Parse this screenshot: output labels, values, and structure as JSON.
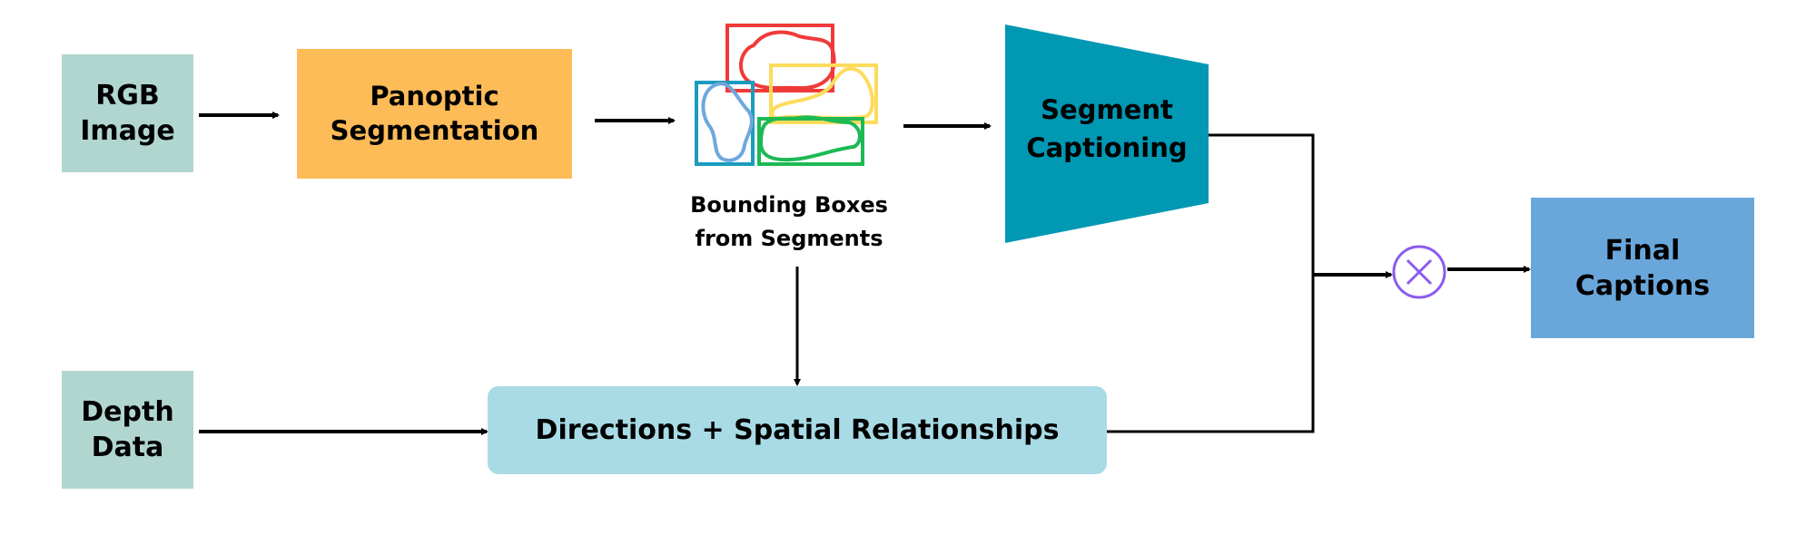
{
  "diagram": {
    "nodes": {
      "rgb_image": "RGB\nImage",
      "panoptic_segmentation": "Panoptic\nSegmentation",
      "bounding_boxes": "Bounding Boxes\nfrom Segments",
      "segment_captioning": "Segment\nCaptioning",
      "depth_data": "Depth\nData",
      "directions_spatial": "Directions + Spatial Relationships",
      "final_captions": "Final\nCaptions"
    },
    "operator": {
      "symbol": "×",
      "meaning": "combine"
    },
    "colors": {
      "input": "#b0d6cf",
      "panoptic": "#fdbc58",
      "captioning": "#0098b3",
      "directions": "#a8dbe5",
      "final": "#69a7da",
      "operator": "#8a5cf0",
      "bbox_red": "#f03a3a",
      "bbox_yellow": "#fddc5c",
      "bbox_blue": "#1a9bbf",
      "bbox_green": "#1db954"
    },
    "edges": [
      {
        "from": "RGB Image",
        "to": "Panoptic Segmentation"
      },
      {
        "from": "Panoptic Segmentation",
        "to": "Bounding Boxes from Segments"
      },
      {
        "from": "Bounding Boxes from Segments",
        "to": "Segment Captioning"
      },
      {
        "from": "Bounding Boxes from Segments",
        "to": "Directions + Spatial Relationships"
      },
      {
        "from": "Depth Data",
        "to": "Directions + Spatial Relationships"
      },
      {
        "from": "Segment Captioning",
        "to": "combine"
      },
      {
        "from": "Directions + Spatial Relationships",
        "to": "combine"
      },
      {
        "from": "combine",
        "to": "Final Captions"
      }
    ]
  }
}
